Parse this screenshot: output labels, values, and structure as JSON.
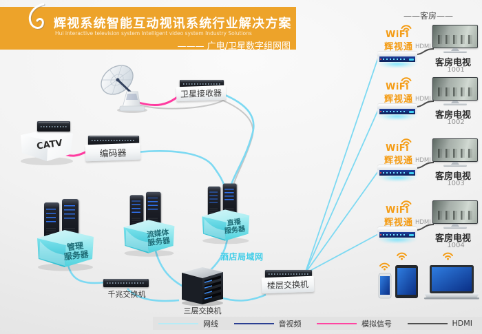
{
  "colors": {
    "banner": "#eda32a",
    "cyan_line": "#7cd9f2",
    "pink_line": "#ff3ba0",
    "gray_line": "#c6c6c6",
    "orange": "#f49c15",
    "lan_text": "#3ecde8"
  },
  "banner": {
    "title": "辉视系统智能互动视讯系统行业解决方案",
    "subtitle": "Hui interactive television system Intelligent video system Industry Solutions",
    "tagline": "——— 广电/卫星数字组网图"
  },
  "nodes": {
    "satellite_receiver": "卫星接收器",
    "catv": "CATV",
    "encoder": "编码器",
    "mgmt_server_line1": "管理",
    "mgmt_server_line2": "服务器",
    "stream_server_line1": "流媒体",
    "stream_server_line2": "服务器",
    "live_server_line1": "直播",
    "live_server_line2": "服务器",
    "gigabit_switch": "千兆交换机",
    "layer3_switch": "三层交换机",
    "floor_switch": "楼层交换机",
    "hotel_lan": "酒店局域网"
  },
  "rooms": {
    "header": "——客房——",
    "wifi_label": "WiFi",
    "device_label": "辉视通",
    "hdmi_label": "HDMI",
    "items": [
      {
        "tv_label": "客房电视",
        "number": "1001"
      },
      {
        "tv_label": "客房电视",
        "number": "1002"
      },
      {
        "tv_label": "客房电视",
        "number": "1003"
      },
      {
        "tv_label": "客房电视",
        "number": "1004"
      }
    ]
  },
  "legend": {
    "items": [
      {
        "label": "网线",
        "color": "#b5ecf7"
      },
      {
        "label": "音视频",
        "color": "#2b3f92"
      },
      {
        "label": "模拟信号",
        "color": "#ff44a1"
      },
      {
        "label": "HDMI",
        "color": "#4f4f4f"
      }
    ]
  }
}
